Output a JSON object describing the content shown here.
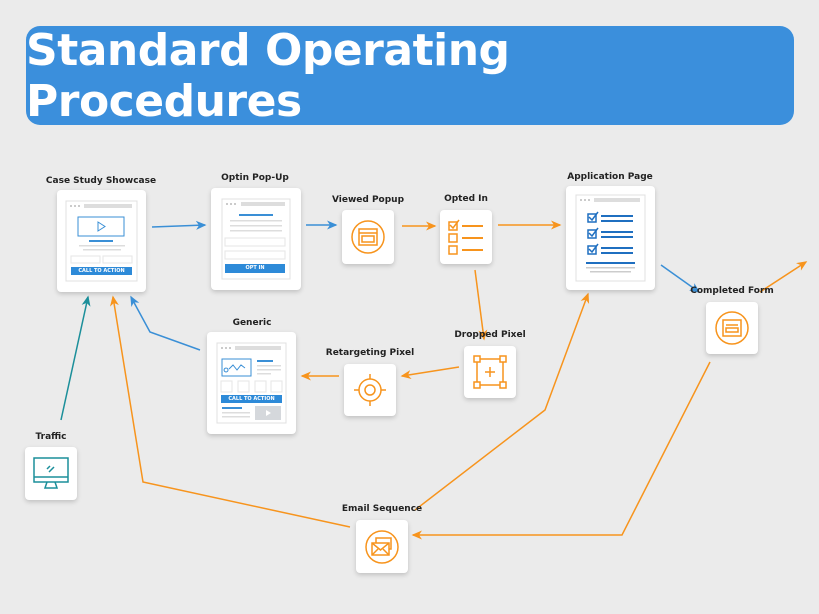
{
  "title": "Standard Operating Procedures",
  "colors": {
    "banner": "#3b8fdc",
    "blue": "#3a8fd6",
    "orange": "#f7941d",
    "teal": "#1b8f9a"
  },
  "nodes": {
    "case_study": {
      "label": "Case Study Showcase",
      "button": "CALL TO ACTION"
    },
    "optin": {
      "label": "Optin Pop-Up",
      "button": "OPT IN"
    },
    "viewed": {
      "label": "Viewed Popup",
      "icon": "popup-window-icon"
    },
    "opted": {
      "label": "Opted In",
      "icon": "checklist-icon"
    },
    "application": {
      "label": "Application Page",
      "icon": "form-checklist-icon"
    },
    "completed": {
      "label": "Completed Form",
      "icon": "form-icon"
    },
    "dropped": {
      "label": "Dropped Pixel",
      "icon": "pixel-select-icon"
    },
    "retargeting": {
      "label": "Retargeting Pixel",
      "icon": "target-icon"
    },
    "generic": {
      "label": "Generic",
      "button": "CALL TO ACTION"
    },
    "traffic": {
      "label": "Traffic",
      "icon": "monitor-icon"
    },
    "email": {
      "label": "Email Sequence",
      "icon": "envelopes-icon"
    }
  }
}
